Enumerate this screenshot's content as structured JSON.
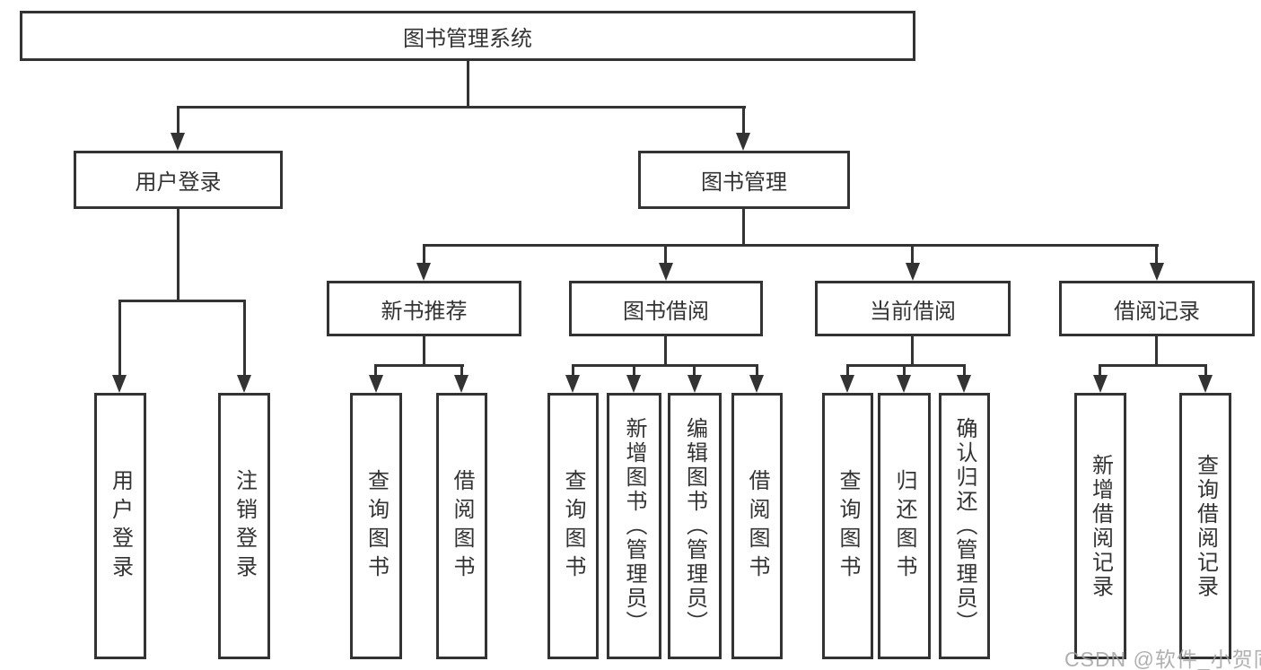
{
  "tree": {
    "label": "图书管理系统",
    "children": [
      {
        "label": "用户登录",
        "children": [
          {
            "label": "用户登录"
          },
          {
            "label": "注销登录"
          }
        ]
      },
      {
        "label": "图书管理",
        "children": [
          {
            "label": "新书推荐",
            "children": [
              {
                "label": "查询图书"
              },
              {
                "label": "借阅图书"
              }
            ]
          },
          {
            "label": "图书借阅",
            "children": [
              {
                "label": "查询图书"
              },
              {
                "label": "新增图书（管理员）"
              },
              {
                "label": "编辑图书（管理员）"
              },
              {
                "label": "借阅图书"
              }
            ]
          },
          {
            "label": "当前借阅",
            "children": [
              {
                "label": "查询图书"
              },
              {
                "label": "归还图书"
              },
              {
                "label": "确认归还（管理员）"
              }
            ]
          },
          {
            "label": "借阅记录",
            "children": [
              {
                "label": "新增借阅记录"
              },
              {
                "label": "查询借阅记录"
              }
            ]
          }
        ]
      }
    ]
  },
  "watermark": {
    "text": "CSDN @软件_小贺同学"
  },
  "colors": {
    "line": "#333333",
    "text": "#333333",
    "background": "#ffffff",
    "watermark": "#a2a2a2"
  }
}
